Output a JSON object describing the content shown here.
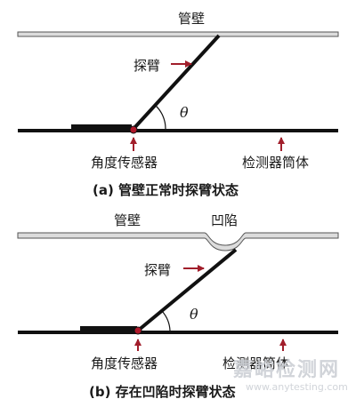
{
  "colors": {
    "wall_fill": "#dcdcdc",
    "wall_stroke": "#555555",
    "body_line": "#111111",
    "sensor_block": "#111111",
    "pivot": "#b0182a",
    "arrow": "#a11e2b",
    "text": "#1a1a1a"
  },
  "diagram_a": {
    "wall_label": "管壁",
    "arm_label": "探臂",
    "angle_label": "θ",
    "sensor_label": "角度传感器",
    "body_label": "检测器筒体",
    "caption": "(a) 管壁正常时探臂状态"
  },
  "diagram_b": {
    "wall_label": "管壁",
    "dent_label": "凹陷",
    "arm_label": "探臂",
    "angle_label": "θ",
    "sensor_label": "角度传感器",
    "body_label": "检测器筒体",
    "caption": "(b) 存在凹陷时探臂状态"
  },
  "watermark": {
    "main": "嘉峪检测网",
    "url": "www.anytesting.com"
  }
}
